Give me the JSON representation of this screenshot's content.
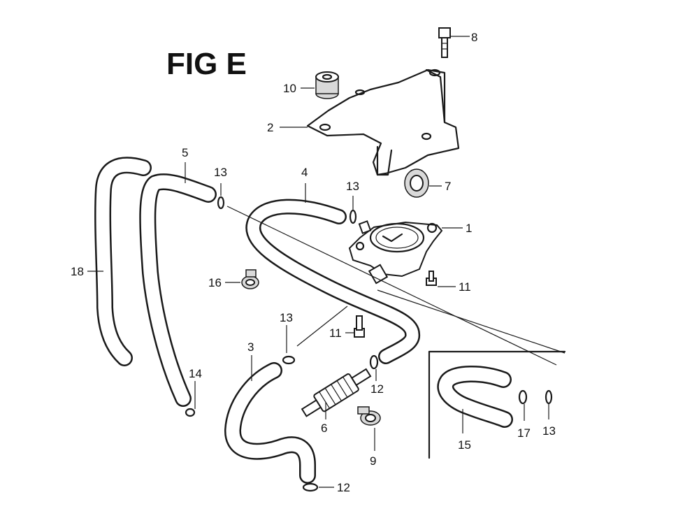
{
  "figure": {
    "title": "FIG E"
  },
  "callouts": {
    "c1": "1",
    "c2": "2",
    "c3": "3",
    "c4": "4",
    "c5": "5",
    "c6": "6",
    "c7": "7",
    "c8": "8",
    "c9": "9",
    "c10": "10",
    "c11a": "11",
    "c11b": "11",
    "c12a": "12",
    "c12b": "12",
    "c13a": "13",
    "c13b": "13",
    "c13c": "13",
    "c13d": "13",
    "c14": "14",
    "c15": "15",
    "c16": "16",
    "c17": "17",
    "c18": "18"
  }
}
